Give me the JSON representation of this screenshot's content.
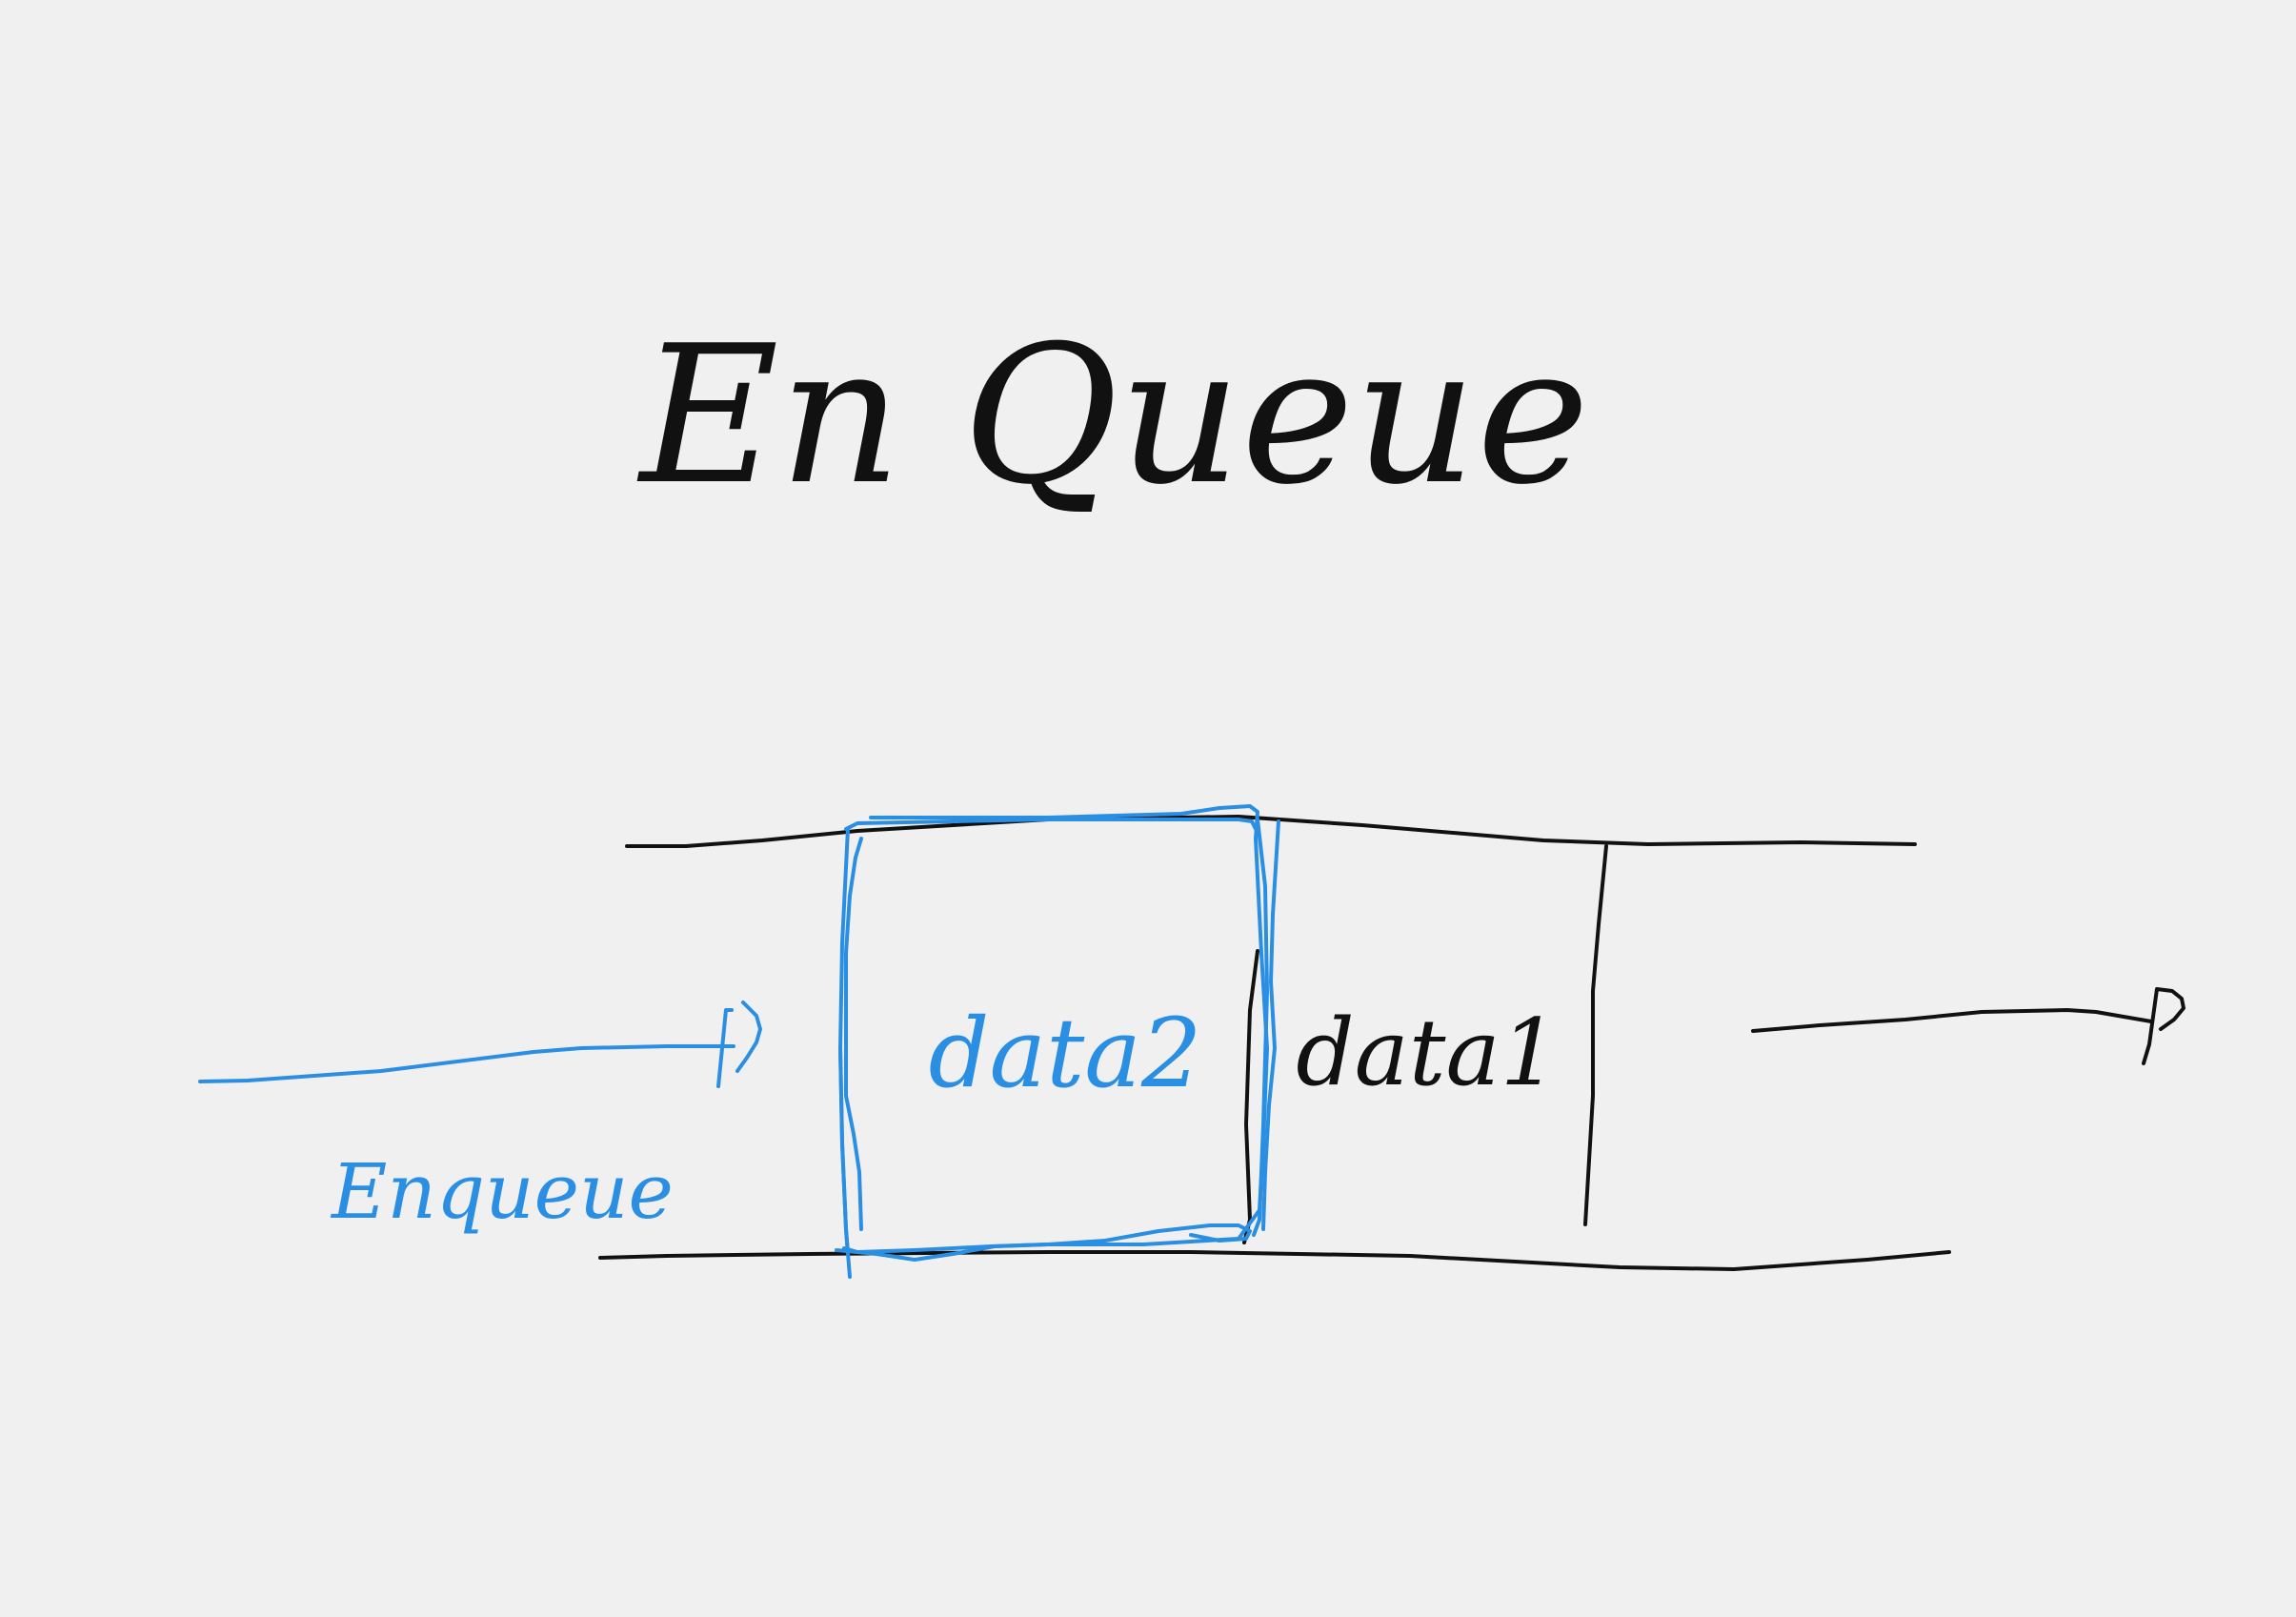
{
  "diagram": {
    "title": "En Queue",
    "enqueue_label": "Enqueue",
    "elements": [
      {
        "id": "new",
        "label": "data2",
        "style": "highlighted"
      },
      {
        "id": "existing",
        "label": "data1",
        "style": "normal"
      }
    ],
    "colors": {
      "background": "#f0f0f0",
      "ink": "#111111",
      "highlight": "#2a8fe3"
    }
  }
}
